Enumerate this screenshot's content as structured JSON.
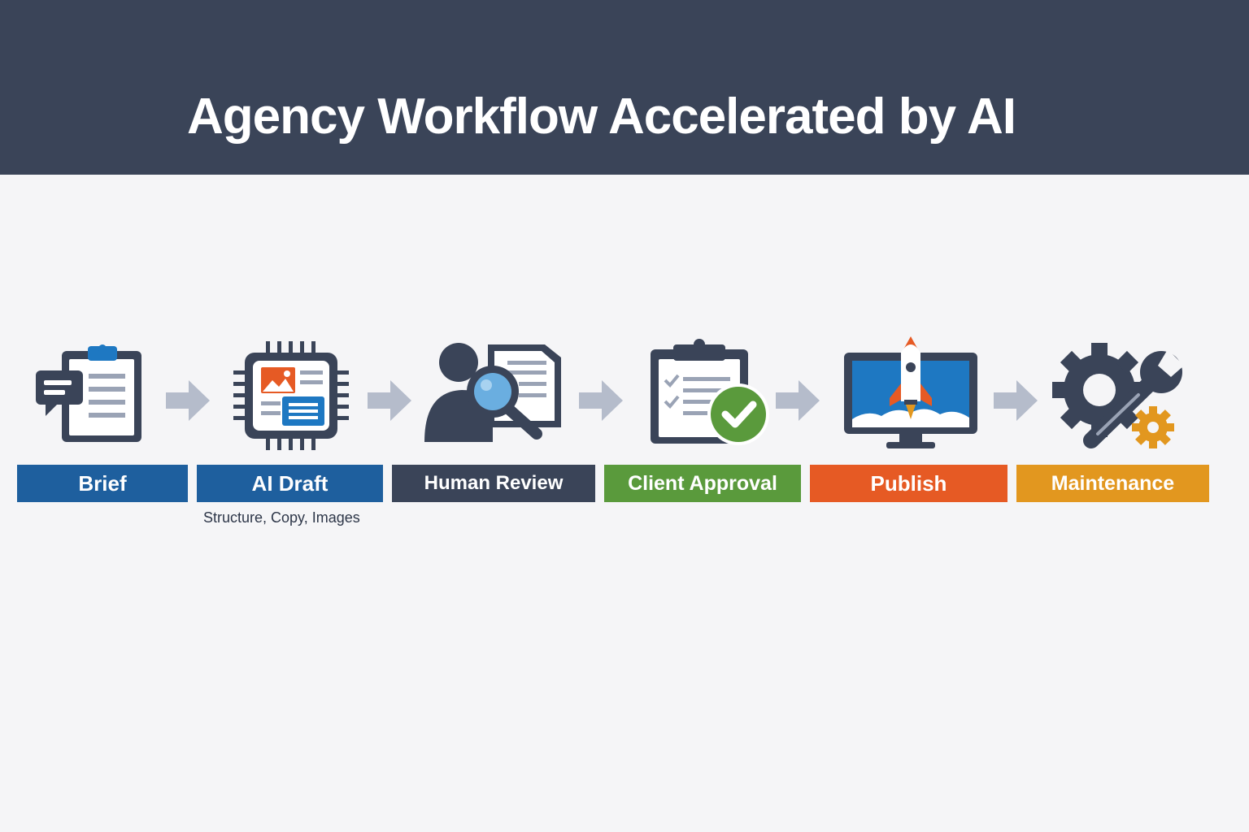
{
  "title": "Agency Workflow Accelerated by AI",
  "colors": {
    "header_bg": "#3a4458",
    "page_bg": "#f5f5f7",
    "dark": "#3a4458",
    "blue": "#1e5f9e",
    "green": "#5a9a3c",
    "orange": "#e65a24",
    "amber": "#e2971f",
    "arrow": "#b5bccb"
  },
  "steps": [
    {
      "label": "Brief",
      "color": "#1e5f9e",
      "icon": "clipboard-chat-icon"
    },
    {
      "label": "AI Draft",
      "color": "#1e5f9e",
      "icon": "ai-chip-document-icon",
      "sublabel": "Structure, Copy, Images"
    },
    {
      "label": "Human Review",
      "color": "#3a4458",
      "icon": "person-magnifier-icon"
    },
    {
      "label": "Client Approval",
      "color": "#5a9a3c",
      "icon": "clipboard-check-icon"
    },
    {
      "label": "Publish",
      "color": "#e65a24",
      "icon": "monitor-rocket-icon"
    },
    {
      "label": "Maintenance",
      "color": "#e2971f",
      "icon": "gear-wrench-icon"
    }
  ]
}
